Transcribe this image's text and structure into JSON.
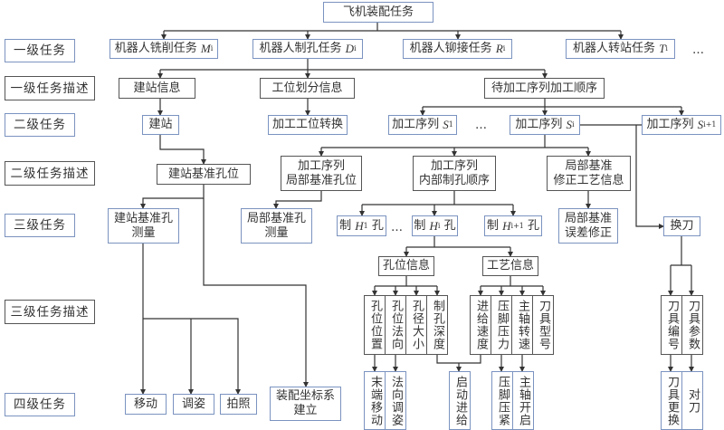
{
  "root": {
    "label": "飞机装配任务"
  },
  "levels": [
    {
      "id": "l1",
      "label": "一级任务"
    },
    {
      "id": "l1d",
      "label": "一级任务描述"
    },
    {
      "id": "l2",
      "label": "二级任务"
    },
    {
      "id": "l2d",
      "label": "二级任务描述"
    },
    {
      "id": "l3",
      "label": "三级任务"
    },
    {
      "id": "l3d",
      "label": "三级任务描述"
    },
    {
      "id": "l4",
      "label": "四级任务"
    }
  ],
  "level1_tasks": [
    {
      "text": "机器人铣削任务",
      "var": "M",
      "sub": "i"
    },
    {
      "text": "机器人制孔任务",
      "var": "D",
      "sub": "i"
    },
    {
      "text": "机器人铆接任务",
      "var": "R",
      "sub": "i"
    },
    {
      "text": "机器人转站任务",
      "var": "T",
      "sub": "i"
    }
  ],
  "ellipsis": "…",
  "level1_desc": [
    "建站信息",
    "工位划分信息",
    "待加工序列加工顺序"
  ],
  "level2_tasks": {
    "station": "建站",
    "workstation": "加工工位转换",
    "seq": [
      {
        "text": "加工序列",
        "var": "S",
        "sub": "1"
      },
      {
        "text": "加工序列",
        "var": "S",
        "sub": "i"
      },
      {
        "text": "加工序列",
        "var": "S",
        "sub": "i+1"
      }
    ]
  },
  "level2_desc": {
    "station_ref": "建站基准孔位",
    "local_ref": "加工序列\n局部基准孔位",
    "drill_order": "加工序列\n内部制孔顺序",
    "correction_info": "局部基准\n修正工艺信息"
  },
  "level3_tasks": {
    "station_measure": "建站基准孔\n测量",
    "local_measure": "局部基准孔\n测量",
    "drill": [
      {
        "pre": "制",
        "var": "H",
        "sub": "1",
        "post": "孔"
      },
      {
        "pre": "制",
        "var": "H",
        "sub": "i",
        "post": "孔"
      },
      {
        "pre": "制",
        "var": "H",
        "sub": "i+1",
        "post": "孔"
      }
    ],
    "error_correct": "局部基准\n误差修正",
    "tool_change": "换刀"
  },
  "level3_info": {
    "hole_info": "孔位信息",
    "process_info": "工艺信息"
  },
  "level3_desc": {
    "hole": [
      "孔位位置",
      "孔位法向",
      "孔径大小",
      "制孔深度"
    ],
    "process": [
      "进给速度",
      "压脚压力",
      "主轴转速",
      "刀具型号"
    ],
    "tool": [
      "刀具编号",
      "刀具参数"
    ]
  },
  "level4_tasks": {
    "station": [
      "移动",
      "调姿",
      "拍照",
      "装配坐标系\n建立"
    ],
    "hole": [
      "末端移动",
      "法向调姿"
    ],
    "feed": [
      "启动进给"
    ],
    "process": [
      "压脚压紧",
      "主轴开启"
    ],
    "tool": [
      "刀具更换",
      "对刀"
    ]
  },
  "colors": {
    "blue_border": "#7b93c0",
    "gray_border": "#555555",
    "line": "#333333"
  }
}
